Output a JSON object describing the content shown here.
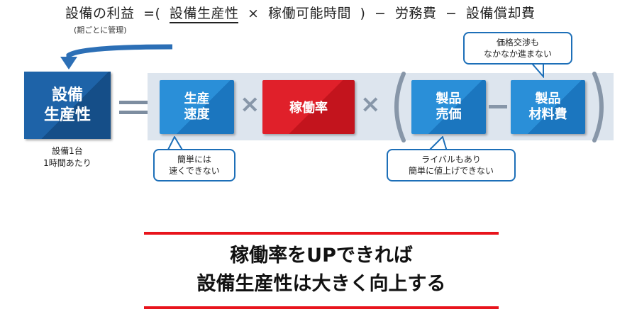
{
  "formula": {
    "lhs": "設備の利益",
    "eq": "=(",
    "term1": "設備生産性",
    "times": "×",
    "term2": "稼働可能時間",
    "close": ")",
    "minus1": "−",
    "term3": "労務費",
    "minus2": "−",
    "term4": "設備償却費",
    "sub": "(期ごとに管理)"
  },
  "main_box": {
    "line1": "設備",
    "line2": "生産性",
    "note1": "設備1台",
    "note2": "1時間あたり"
  },
  "boxes": {
    "speed": {
      "line1": "生産",
      "line2": "速度"
    },
    "utilization": {
      "label": "稼働率"
    },
    "price": {
      "line1": "製品",
      "line2": "売価"
    },
    "material": {
      "line1": "製品",
      "line2": "材料費"
    }
  },
  "operators": {
    "times": "×",
    "paren_open": "(",
    "paren_close": ")"
  },
  "callouts": {
    "speed": {
      "line1": "簡単には",
      "line2": "速くできない"
    },
    "competition": {
      "line1": "ライバルもあり",
      "line2": "簡単に値上げできない"
    },
    "negotiation": {
      "line1": "価格交渉も",
      "line2": "なかなか進まない"
    }
  },
  "conclusion": {
    "line1": "稼働率をUPできれば",
    "line2": "設備生産性は大きく向上する"
  },
  "colors": {
    "main_blue": "#1e63a8",
    "box_blue": "#2a8fd8",
    "accent_red": "#e0202a",
    "panel": "#dde5ee",
    "callout_border": "#1d6fb8",
    "operator_grey": "#8796a8"
  }
}
